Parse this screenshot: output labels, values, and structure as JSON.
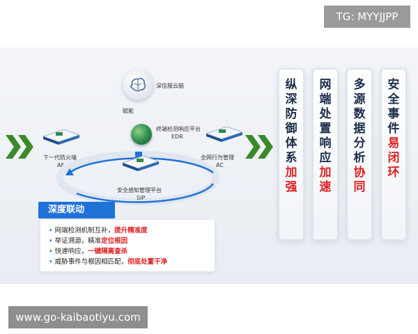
{
  "watermark_top": "TG: MYYJJPP",
  "watermark_bottom": "www.go-kaibaotiyu.com",
  "diagram": {
    "cloud_brain": "深信服云脑",
    "empower": "赋能",
    "edr_name": "终端检测响应平台",
    "edr_abbr": "EDR",
    "af_name": "下一代防火墙",
    "af_abbr": "AF",
    "ac_name": "全网行为管理",
    "ac_abbr": "AC",
    "sip_name": "安全感知管理平台",
    "sip_abbr": "SIP"
  },
  "panel": {
    "title": "深度联动",
    "items": [
      {
        "text": "网端检测机制互补，",
        "highlight": "提升精准度"
      },
      {
        "text": "举证溯源，精准",
        "highlight": "定位根因"
      },
      {
        "text": "快速响应，",
        "highlight": "一键隔离查杀"
      },
      {
        "text": "威胁事件与根因相匹配，",
        "highlight": "彻底处置干净"
      }
    ]
  },
  "cards": [
    {
      "normal": "纵深防御体系",
      "highlight": "加强"
    },
    {
      "normal": "网端处置响应",
      "highlight": "加速"
    },
    {
      "normal": "多源数据分析",
      "highlight": "协同"
    },
    {
      "normal": "安全事件",
      "highlight": "易闭环"
    }
  ],
  "colors": {
    "accent_blue": "#1f72d8",
    "highlight_red": "#e02020",
    "chevron_green": "#3a8a2a"
  }
}
